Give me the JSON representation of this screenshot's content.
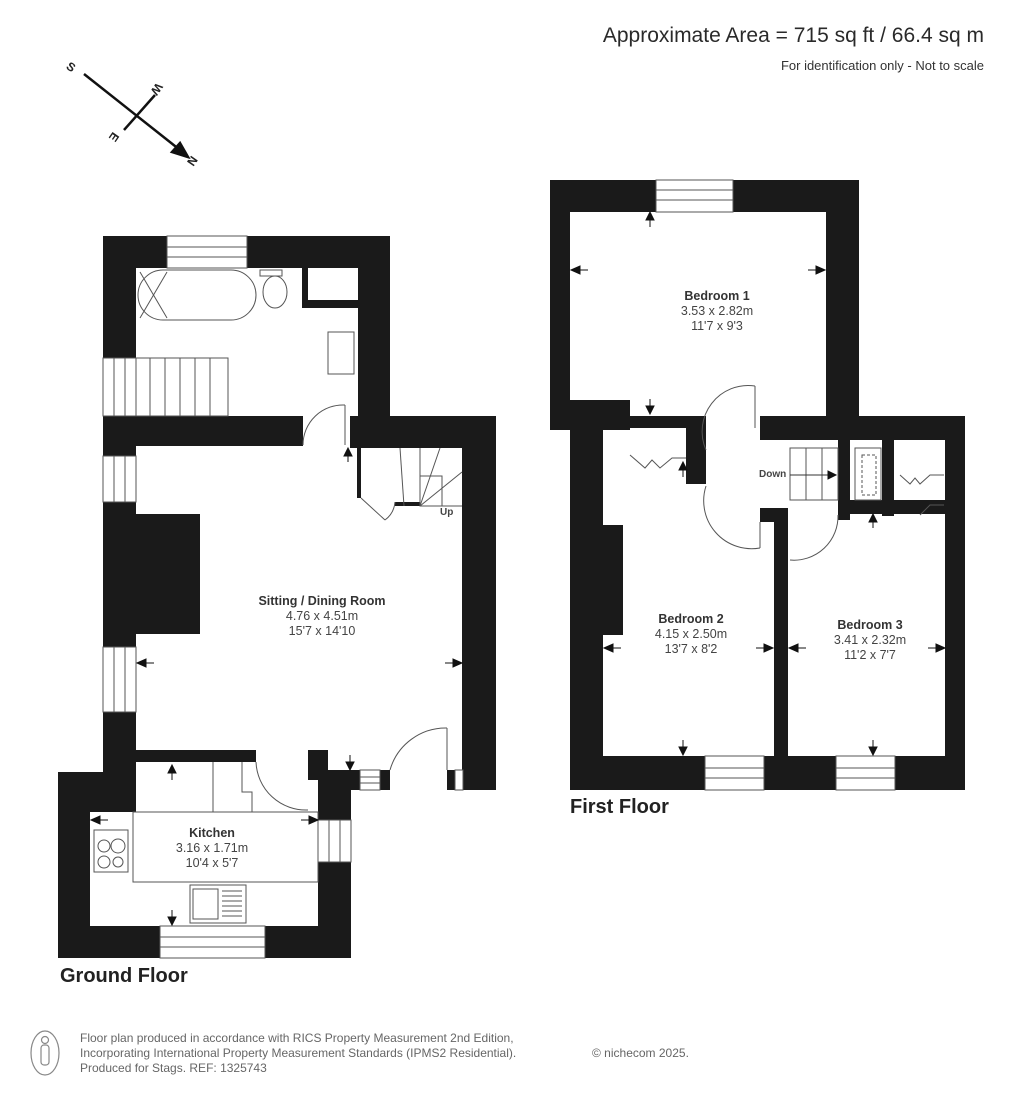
{
  "header": {
    "area": "Approximate Area = 715 sq ft / 66.4 sq m",
    "disclaimer": "For identification only - Not to scale"
  },
  "compass": {
    "labels": {
      "north": "N",
      "south": "S",
      "east": "E",
      "west": "W"
    }
  },
  "ground_floor": {
    "label": "Ground Floor",
    "rooms": [
      {
        "name": "Sitting / Dining Room",
        "metric": "4.76 x 4.51m",
        "imperial": "15'7 x 14'10"
      },
      {
        "name": "Kitchen",
        "metric": "3.16 x 1.71m",
        "imperial": "10'4 x 5'7"
      }
    ],
    "stairs_label": "Up",
    "fixtures": [
      "bath",
      "toilet",
      "basin",
      "hob",
      "sink"
    ]
  },
  "first_floor": {
    "label": "First Floor",
    "rooms": [
      {
        "name": "Bedroom 1",
        "metric": "3.53 x 2.82m",
        "imperial": "11'7 x 9'3"
      },
      {
        "name": "Bedroom 2",
        "metric": "4.15 x 2.50m",
        "imperial": "13'7 x 8'2"
      },
      {
        "name": "Bedroom 3",
        "metric": "3.41 x 2.32m",
        "imperial": "11'2 x 7'7"
      }
    ],
    "stairs_label": "Down"
  },
  "footer": {
    "line1": "Floor plan produced in accordance with RICS Property Measurement 2nd Edition,",
    "line2": "Incorporating International Property Measurement Standards (IPMS2 Residential).",
    "line3": "Produced for Stags.   REF: 1325743",
    "copyright": "© nichecom 2025."
  },
  "colors": {
    "wall": "#1a1a1a",
    "line": "#555555",
    "text": "#333333"
  }
}
